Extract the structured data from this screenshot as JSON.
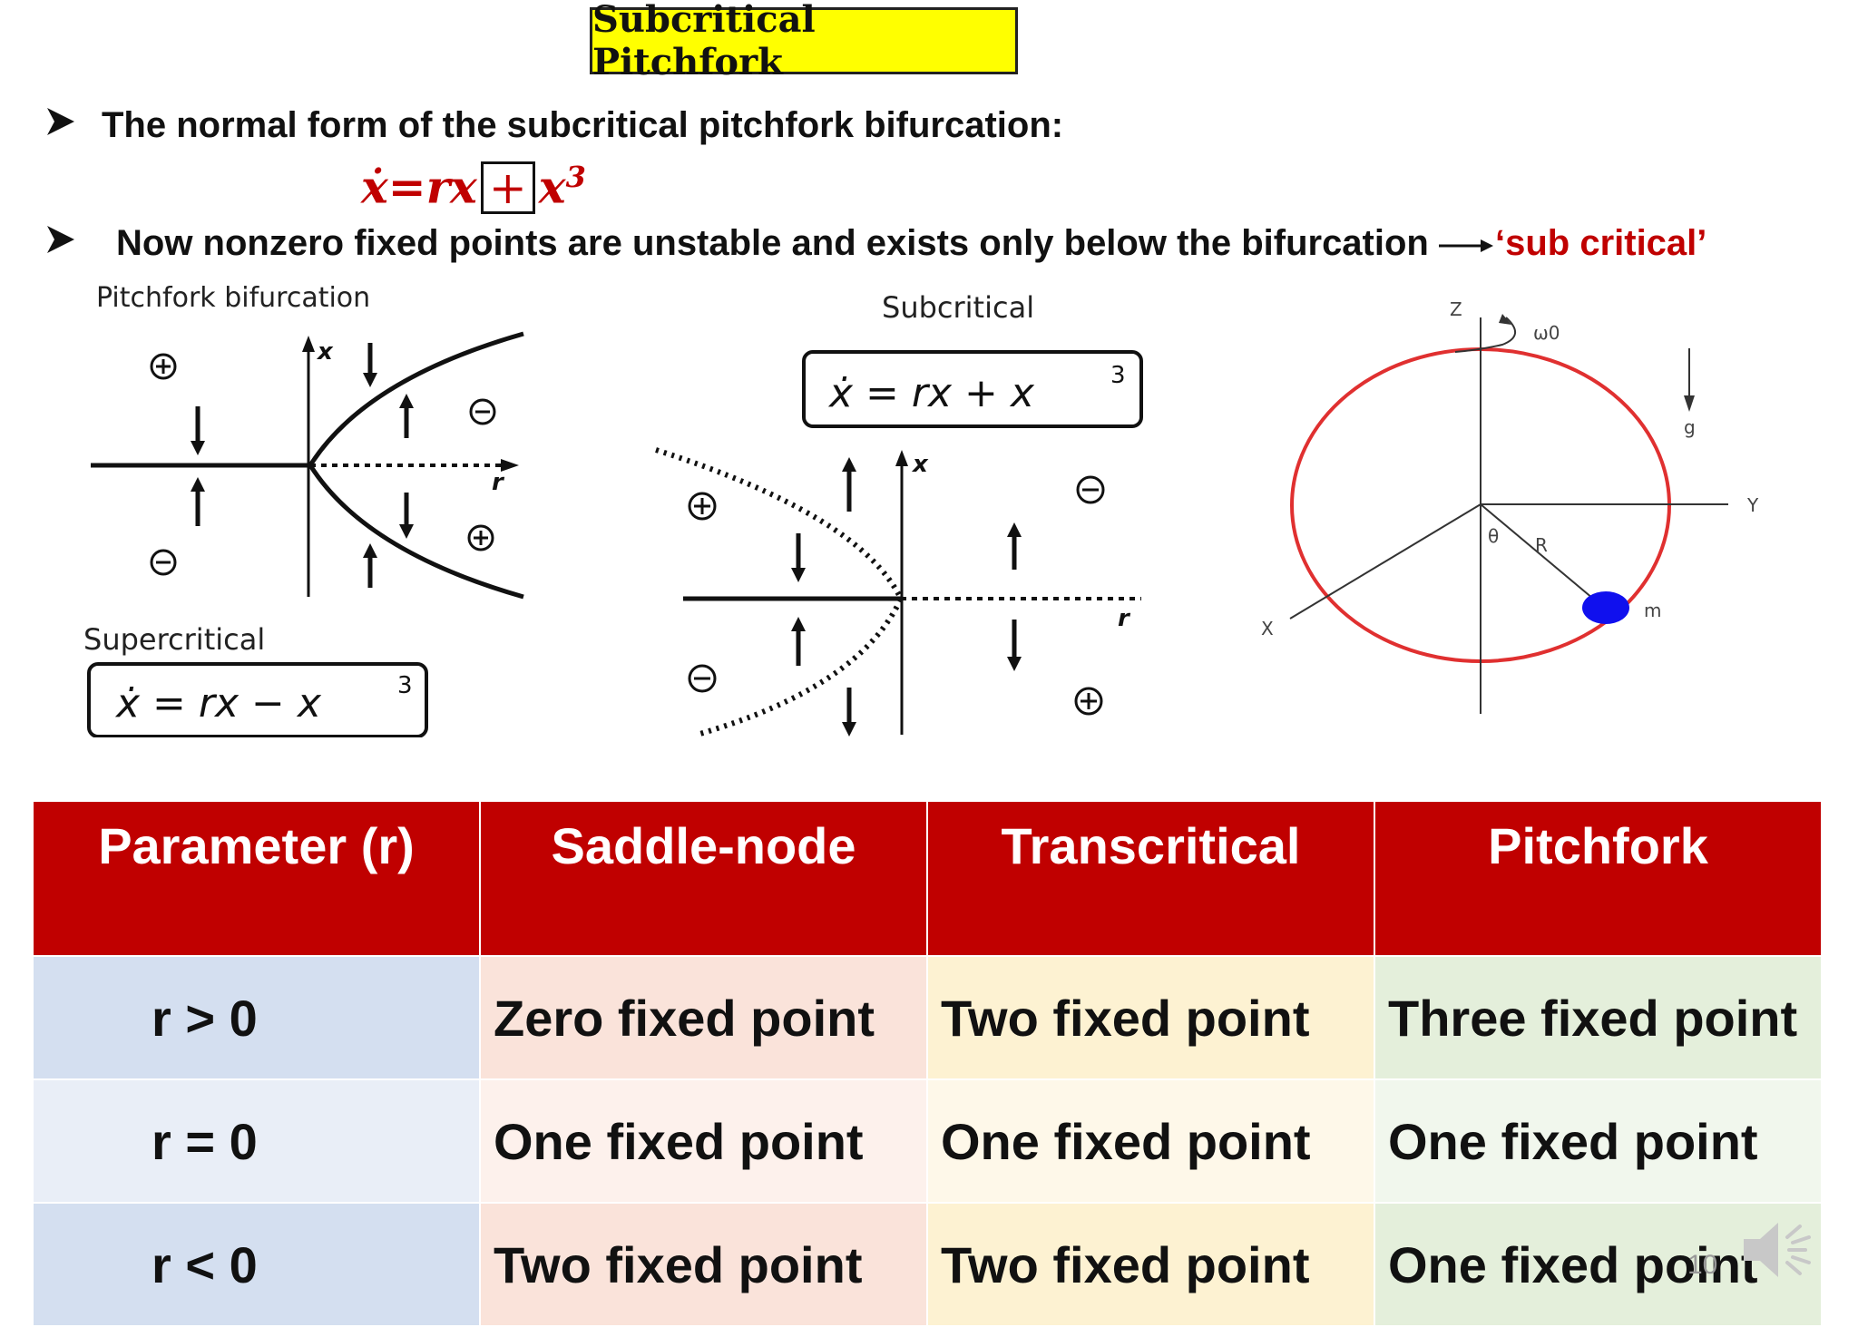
{
  "slide": {
    "title": "Subcritical Pitchfork",
    "bullet1": "The normal form of the subcritical pitchfork bifurcation:",
    "equation": {
      "lhs": "ẋ=rx",
      "plus": "+",
      "rhs": "x",
      "exp": "3"
    },
    "bullet2_text": "Now nonzero fixed points are unstable and exists only below the bifurcation",
    "bullet2_quote": "‘sub critical’",
    "slide_number": "10",
    "colors": {
      "title_bg": "#ffff00",
      "header": "#c00000",
      "accent_red": "#c00000"
    }
  },
  "figures": {
    "left": {
      "heading": "Pitchfork bifurcation",
      "subheading": "Supercritical",
      "equation": "ẋ = rx − x",
      "exp": "3",
      "x_label": "x",
      "r_label": "r"
    },
    "middle": {
      "heading": "Subcritical",
      "equation": "ẋ = rx + x",
      "exp": "3",
      "x_label": "x",
      "r_label": "r"
    },
    "right": {
      "z": "Z",
      "y": "Y",
      "x": "X",
      "omega": "ω0",
      "g": "g",
      "theta": "θ",
      "R": "R",
      "m": "m"
    }
  },
  "table": {
    "headers": [
      "Parameter (r)",
      "Saddle-node",
      "Transcritical",
      "Pitchfork"
    ],
    "rows": [
      [
        "r > 0",
        "Zero fixed point",
        "Two fixed point",
        "Three fixed point"
      ],
      [
        "r = 0",
        "One fixed point",
        "One fixed point",
        "One fixed point"
      ],
      [
        "r < 0",
        "Two fixed point",
        "Two fixed point",
        "One fixed point"
      ]
    ],
    "col_colors": [
      [
        "#d4dff0",
        "#fae3da",
        "#fdf2d2",
        "#e4efdb"
      ],
      [
        "#e9eef7",
        "#fdf1ec",
        "#fef8e9",
        "#f1f7ed"
      ],
      [
        "#d4dff0",
        "#fae3da",
        "#fdf2d2",
        "#e4efdb"
      ]
    ]
  }
}
